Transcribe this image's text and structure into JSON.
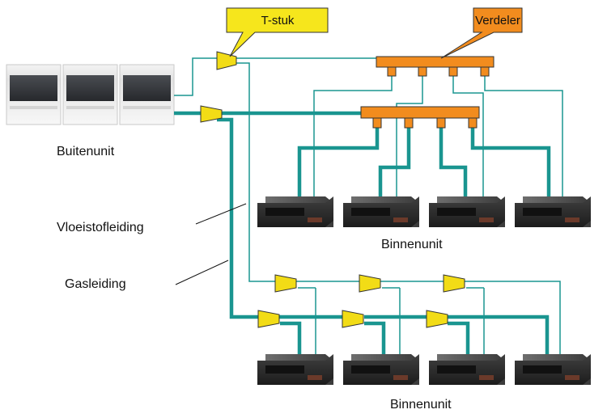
{
  "labels": {
    "outdoor_unit": "Buitenunit",
    "liquid_pipe": "Vloeistofleiding",
    "gas_pipe": "Gasleiding",
    "indoor_units_top": "Binnenunit",
    "indoor_units_bottom": "Binnenunit"
  },
  "callouts": {
    "t_piece": "T-stuk",
    "distributor": "Verdeler"
  },
  "colors": {
    "pipe": "#1a9590",
    "t_piece_fill": "#f2dc16",
    "distributor_fill": "#f28c1e",
    "t_piece_callout": "#f6e61c",
    "distributor_callout": "#f28c1e"
  }
}
